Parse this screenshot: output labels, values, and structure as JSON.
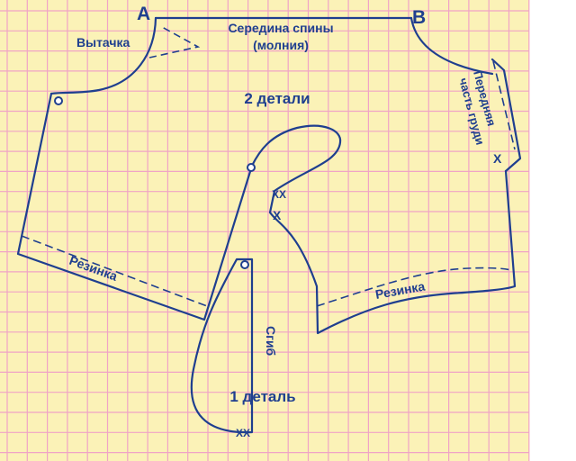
{
  "colors": {
    "paper": "#fbf2b7",
    "grid": "#f0a3c6",
    "ink": "#1f3f8f"
  },
  "labels": {
    "corner_a": "A",
    "corner_b": "B",
    "back_center": "Середина спины",
    "zipper": "(молния)",
    "dart": "Вытачка",
    "two_pieces": "2 детали",
    "front_chest_1": "Передняя",
    "front_chest_2": "часть груди",
    "elastic_left": "Резинка",
    "elastic_right": "Резинка",
    "fold": "Сгиб",
    "one_piece": "1 деталь",
    "mark_x": "X",
    "mark_xx_top": "XX",
    "mark_xx_bottom": "XX"
  }
}
